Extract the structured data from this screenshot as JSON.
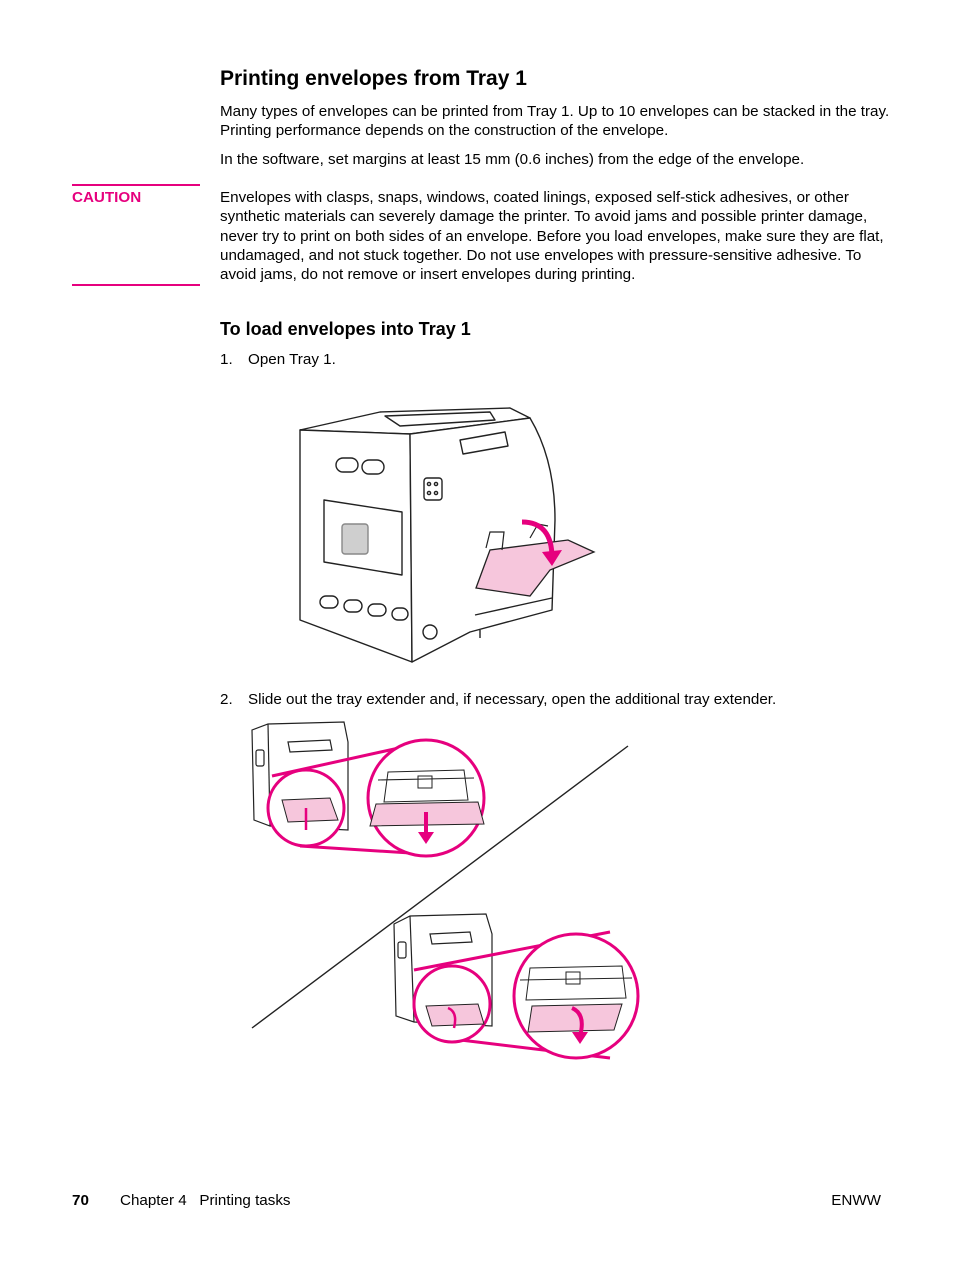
{
  "section": {
    "title": "Printing envelopes from Tray 1",
    "intro_1": "Many types of envelopes can be printed from Tray 1. Up to 10 envelopes can be stacked in the tray. Printing performance depends on the construction of the envelope.",
    "intro_2": "In the software, set margins at least 15 mm (0.6 inches) from the edge of the envelope."
  },
  "caution": {
    "label": "CAUTION",
    "text": "Envelopes with clasps, snaps, windows, coated linings, exposed self-stick adhesives, or other synthetic materials can severely damage the printer. To avoid jams and possible printer damage, never try to print on both sides of an envelope. Before you load envelopes, make sure they are flat, undamaged, and not stuck together. Do not use envelopes with pressure-sensitive adhesive. To avoid jams, do not remove or insert envelopes during printing."
  },
  "procedure": {
    "title": "To load envelopes into Tray 1",
    "steps": [
      {
        "num": "1.",
        "text": "Open Tray 1."
      },
      {
        "num": "2.",
        "text": "Slide out the tray extender and, if necessary, open the additional tray extender."
      }
    ]
  },
  "footer": {
    "page_number": "70",
    "chapter": "Chapter 4   Printing tasks",
    "right": "ENWW"
  },
  "colors": {
    "accent": "#e6007e",
    "tray_fill": "#f6c6dc"
  }
}
